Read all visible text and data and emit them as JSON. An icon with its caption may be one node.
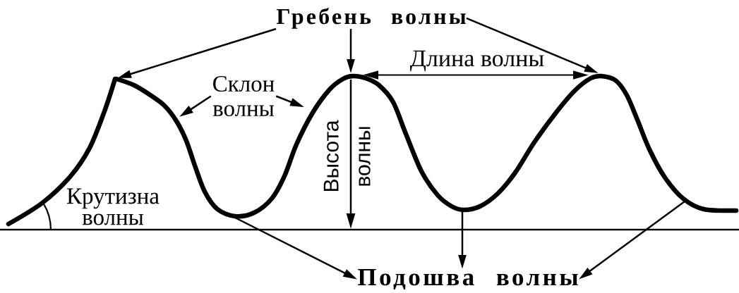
{
  "diagram": {
    "nodes": [
      {
        "text": [
          "Гребень волны"
        ]
      },
      {
        "text": [
          "Склон волны"
        ]
      },
      {
        "text": [
          "Подошва волны"
        ]
      }
    ],
    "edges": [
      {
        "from": 0,
        "to": null,
        "arrow": "to"
      },
      {
        "from": 0,
        "to": null,
        "arrow": "to"
      },
      {
        "from": 0,
        "to": null,
        "arrow": "to"
      },
      {
        "from": 1,
        "to": null,
        "arrow": "to"
      },
      {
        "from": 1,
        "to": null,
        "arrow": "to"
      },
      {
        "from": null,
        "to": 2,
        "arrow": "to"
      },
      {
        "from": null,
        "to": 2,
        "arrow": "to"
      },
      {
        "from": null,
        "to": 2,
        "arrow": "to"
      }
    ],
    "labels": [
      "Длина волны",
      "Высота волны",
      "Крутизна волны"
    ]
  }
}
